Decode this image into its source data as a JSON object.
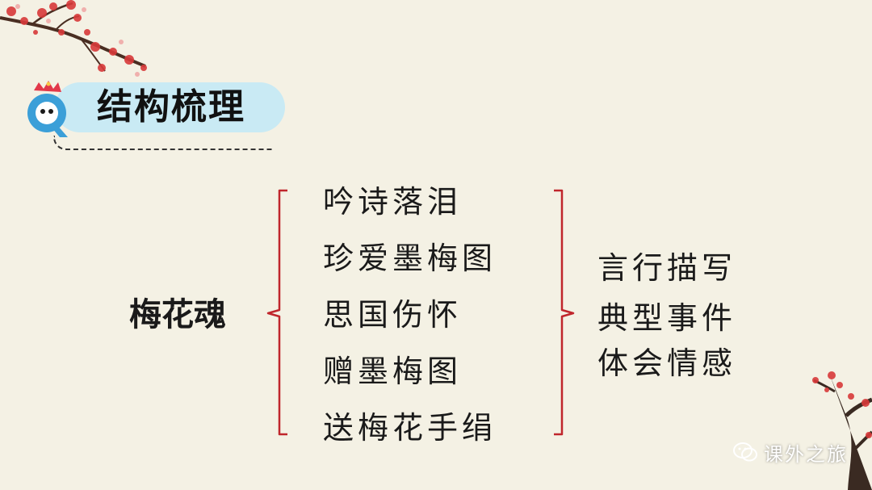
{
  "section_title": "结构梳理",
  "root_label": "梅花魂",
  "events": [
    "吟诗落泪",
    "珍爱墨梅图",
    "思国伤怀",
    "赠墨梅图",
    "送梅花手绢"
  ],
  "methods": [
    "言行描写",
    "典型事件",
    "体会情感"
  ],
  "watermark": "课外之旅",
  "colors": {
    "background": "#f4f1e4",
    "bracket": "#c0262c",
    "title_pill": "#c9eaf4",
    "q_icon": "#3b9fd8"
  }
}
